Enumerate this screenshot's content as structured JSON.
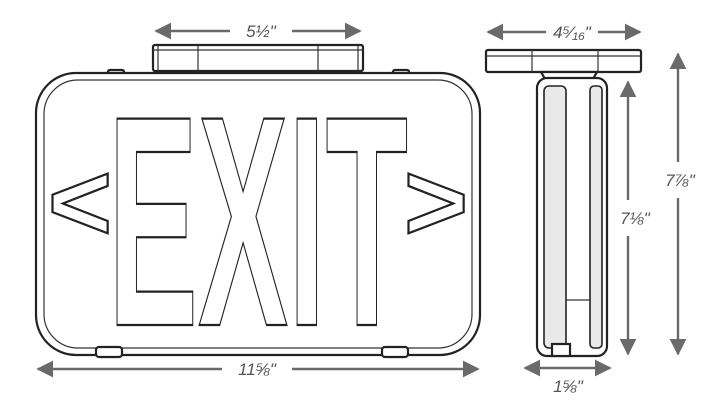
{
  "sign": {
    "legend": "EXIT",
    "arrow_left": "<",
    "arrow_right": ">"
  },
  "dimensions": {
    "top_width": "5½\"",
    "overall_width": "11⅝\"",
    "side_top_width": "4⁵⁄₁₆\"",
    "side_body_height": "7⅛\"",
    "side_overall_height": "7⅞\"",
    "side_depth": "1⅝\""
  },
  "colors": {
    "line": "#222222",
    "dimension": "#6a6a6a",
    "dimension_text": "#555555",
    "background": "#ffffff"
  }
}
